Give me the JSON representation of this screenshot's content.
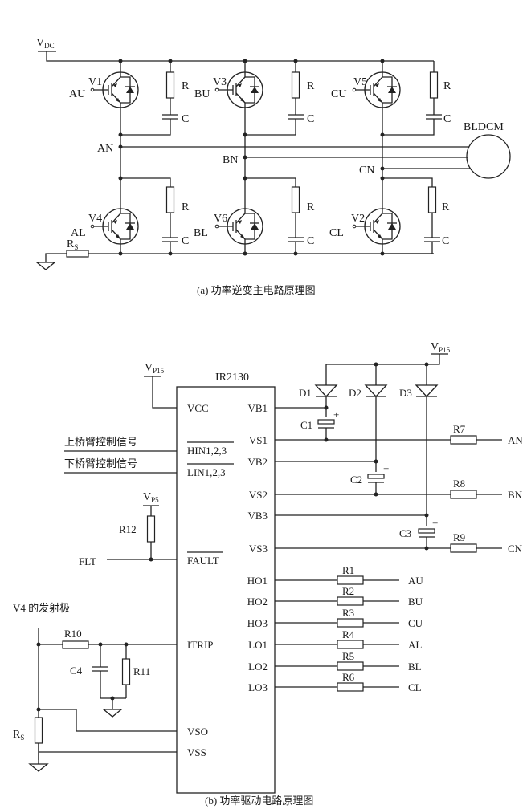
{
  "figure_a": {
    "caption": "(a)  功率逆变主电路原理图",
    "supply": {
      "label": "V",
      "sub": "DC"
    },
    "upper_switches": [
      {
        "name": "V1",
        "gate": "AU"
      },
      {
        "name": "V3",
        "gate": "BU"
      },
      {
        "name": "V5",
        "gate": "CU"
      }
    ],
    "lower_switches": [
      {
        "name": "V4",
        "gate": "AL"
      },
      {
        "name": "V6",
        "gate": "BL"
      },
      {
        "name": "V2",
        "gate": "CL"
      }
    ],
    "snubber_r": "R",
    "snubber_c": "C",
    "phase_nodes": [
      "AN",
      "BN",
      "CN"
    ],
    "motor": "BLDCM",
    "shunt": {
      "label": "R",
      "sub": "S"
    }
  },
  "figure_b": {
    "caption": "(b)  功率驱动电路原理图",
    "chip": "IR2130",
    "vcc_supply": {
      "label": "V",
      "sub": "P15"
    },
    "boot_supply": {
      "label": "V",
      "sub": "P15"
    },
    "fault_supply": {
      "label": "V",
      "sub": "P5"
    },
    "left_pins": {
      "vcc": "VCC",
      "hin": "HIN1,2,3",
      "lin": "LIN1,2,3",
      "fault": "FAULT",
      "itrip": "ITRIP",
      "vso": "VSO",
      "vss": "VSS"
    },
    "right_pins": [
      "VB1",
      "VS1",
      "VB2",
      "VS2",
      "VB3",
      "VS3",
      "HO1",
      "HO2",
      "HO3",
      "LO1",
      "LO2",
      "LO3"
    ],
    "inputs": {
      "upper_signal": "上桥臂控制信号",
      "lower_signal": "下桥臂控制信号",
      "flt": "FLT",
      "r12": "R12",
      "v4_emitter": "V4 的发射极",
      "r10": "R10",
      "r11": "R11",
      "c4": "C4",
      "rs": {
        "label": "R",
        "sub": "S"
      }
    },
    "bootstrap": {
      "diodes": [
        "D1",
        "D2",
        "D3"
      ],
      "caps": [
        "C1",
        "C2",
        "C3"
      ],
      "plus": "+"
    },
    "phase_outputs": [
      {
        "resistor": "R7",
        "net": "AN"
      },
      {
        "resistor": "R8",
        "net": "BN"
      },
      {
        "resistor": "R9",
        "net": "CN"
      }
    ],
    "gate_outputs": [
      {
        "resistor": "R1",
        "net": "AU"
      },
      {
        "resistor": "R2",
        "net": "BU"
      },
      {
        "resistor": "R3",
        "net": "CU"
      },
      {
        "resistor": "R4",
        "net": "AL"
      },
      {
        "resistor": "R5",
        "net": "BL"
      },
      {
        "resistor": "R6",
        "net": "CL"
      }
    ]
  }
}
